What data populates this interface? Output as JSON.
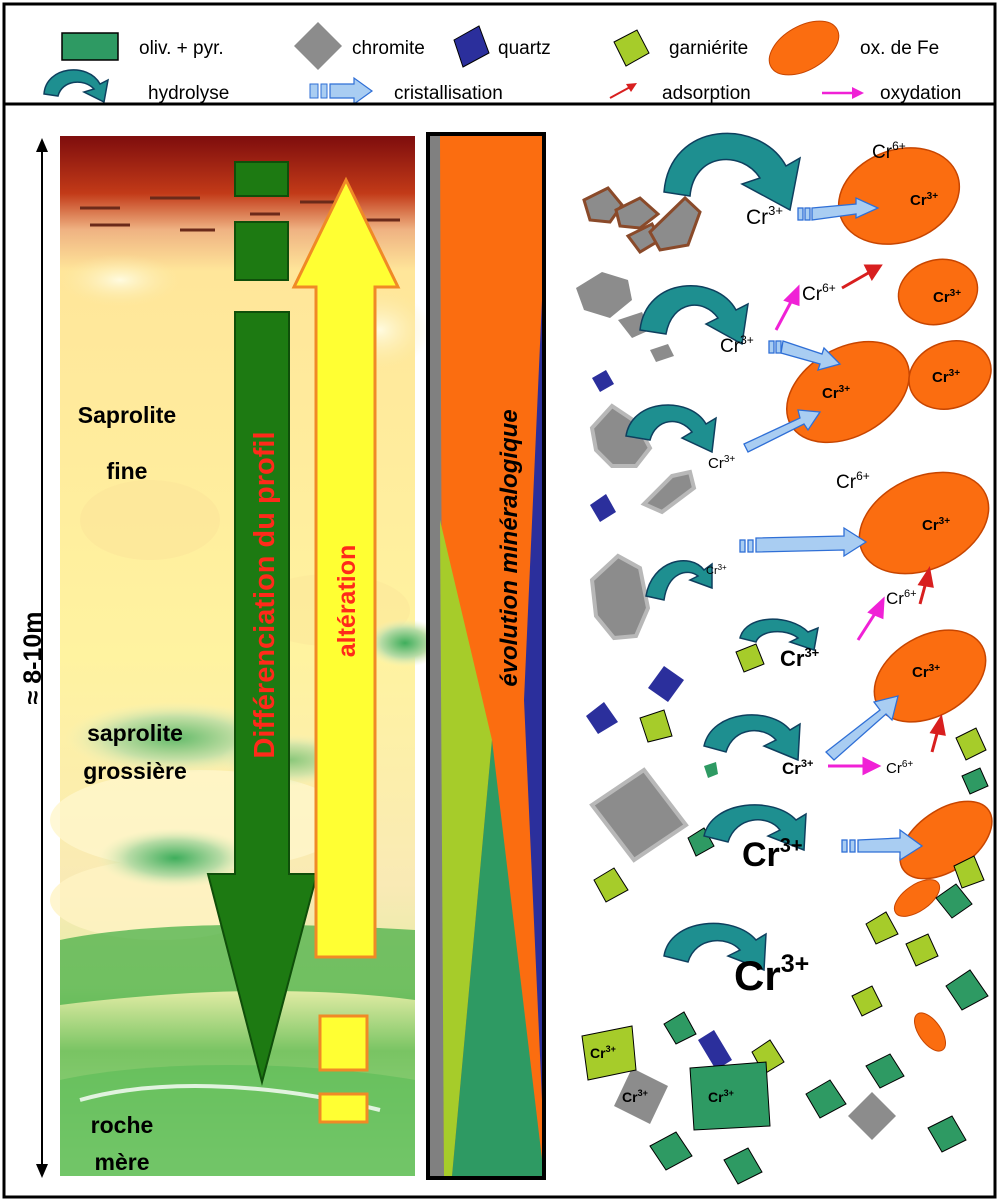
{
  "colors": {
    "olivine_pyroxene": "#2e9a63",
    "chromite": "#8c8c8c",
    "quartz": "#2b2f9c",
    "garnierite": "#a6cc2a",
    "fe_oxide": "#fb6d10",
    "hydrolyse": "#1e8f90",
    "cristallisation": "#a9cdf2",
    "adsorption": "#d81f1f",
    "oxydation": "#f021d6",
    "profile_arrow": "#1d7a12",
    "alteration_arrow": "#ffff33"
  },
  "legend": {
    "oliv_pyr": "oliv. + pyr.",
    "chromite": "chromite",
    "quartz": "quartz",
    "garnierite": "garniérite",
    "fe_ox": "ox. de Fe",
    "hydrolyse": "hydrolyse",
    "cristallisation": "cristallisation",
    "adsorption": "adsorption",
    "oxydation": "oxydation"
  },
  "profile": {
    "depth": "≈ 8-10m",
    "saprolite_fine_1": "Saprolite",
    "saprolite_fine_2": "fine",
    "saprolite_coarse_1": "saprolite",
    "saprolite_coarse_2": "grossière",
    "bedrock_1": "roche",
    "bedrock_2": "mère",
    "differentiation": "Différenciation du profil",
    "alteration": "altération",
    "evolution": "évolution minéralogique"
  },
  "chem": {
    "cr": "Cr",
    "ion3": "3+",
    "ion6": "6+"
  }
}
